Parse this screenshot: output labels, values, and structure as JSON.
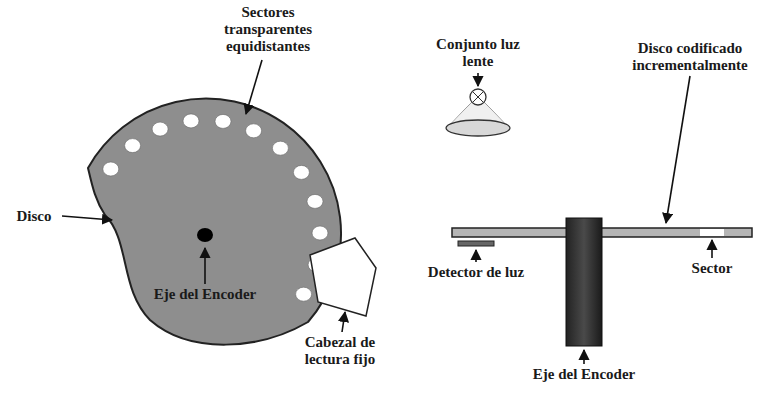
{
  "diagram": {
    "labels": [
      "Sectores transparentes equidistantes",
      "Disco",
      "Eje del Encoder",
      "Cabezal de lectura fijo",
      "Conjunto luz lente",
      "Disco codificado incrementalmente",
      "Detector de luz",
      "Sector",
      "Eje del Encoder"
    ]
  }
}
